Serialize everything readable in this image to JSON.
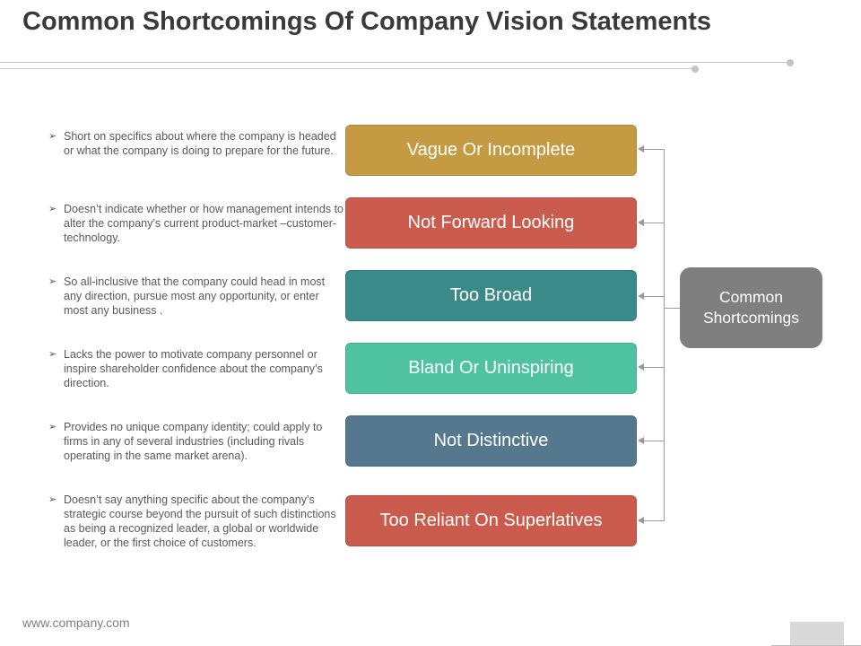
{
  "title": "Common Shortcomings Of Company Vision Statements",
  "hub_label": "Common Shortcomings",
  "footer": "www.company.com",
  "bullet_glyph": "➢",
  "items": [
    {
      "label": "Vague Or Incomplete",
      "color": "#c49a42",
      "description": "Short on specifics about where the company is headed or what the company is doing to prepare for the future."
    },
    {
      "label": "Not Forward Looking",
      "color": "#cb5b4c",
      "description": "Doesn’t indicate whether or how management intends to alter the company’s current product-market –customer-technology."
    },
    {
      "label": "Too Broad",
      "color": "#3b8a8a",
      "description": "So all-inclusive that the company could head in most any direction, pursue most any opportunity, or enter most any business ."
    },
    {
      "label": "Bland Or Uninspiring",
      "color": "#4fc39f",
      "description": "Lacks the power to motivate company personnel or inspire shareholder confidence about the company’s direction."
    },
    {
      "label": "Not Distinctive",
      "color": "#56788f",
      "description": "Provides no unique company identity; could apply to firms in any of several industries (including rivals operating in the same market arena)."
    },
    {
      "label": "Too Reliant On Superlatives",
      "color": "#cb5b4c",
      "description": "Doesn’t say anything specific about the company’s strategic course beyond the pursuit of such distinctions as being a recognized leader, a global or worldwide leader, or the first choice of customers."
    }
  ]
}
